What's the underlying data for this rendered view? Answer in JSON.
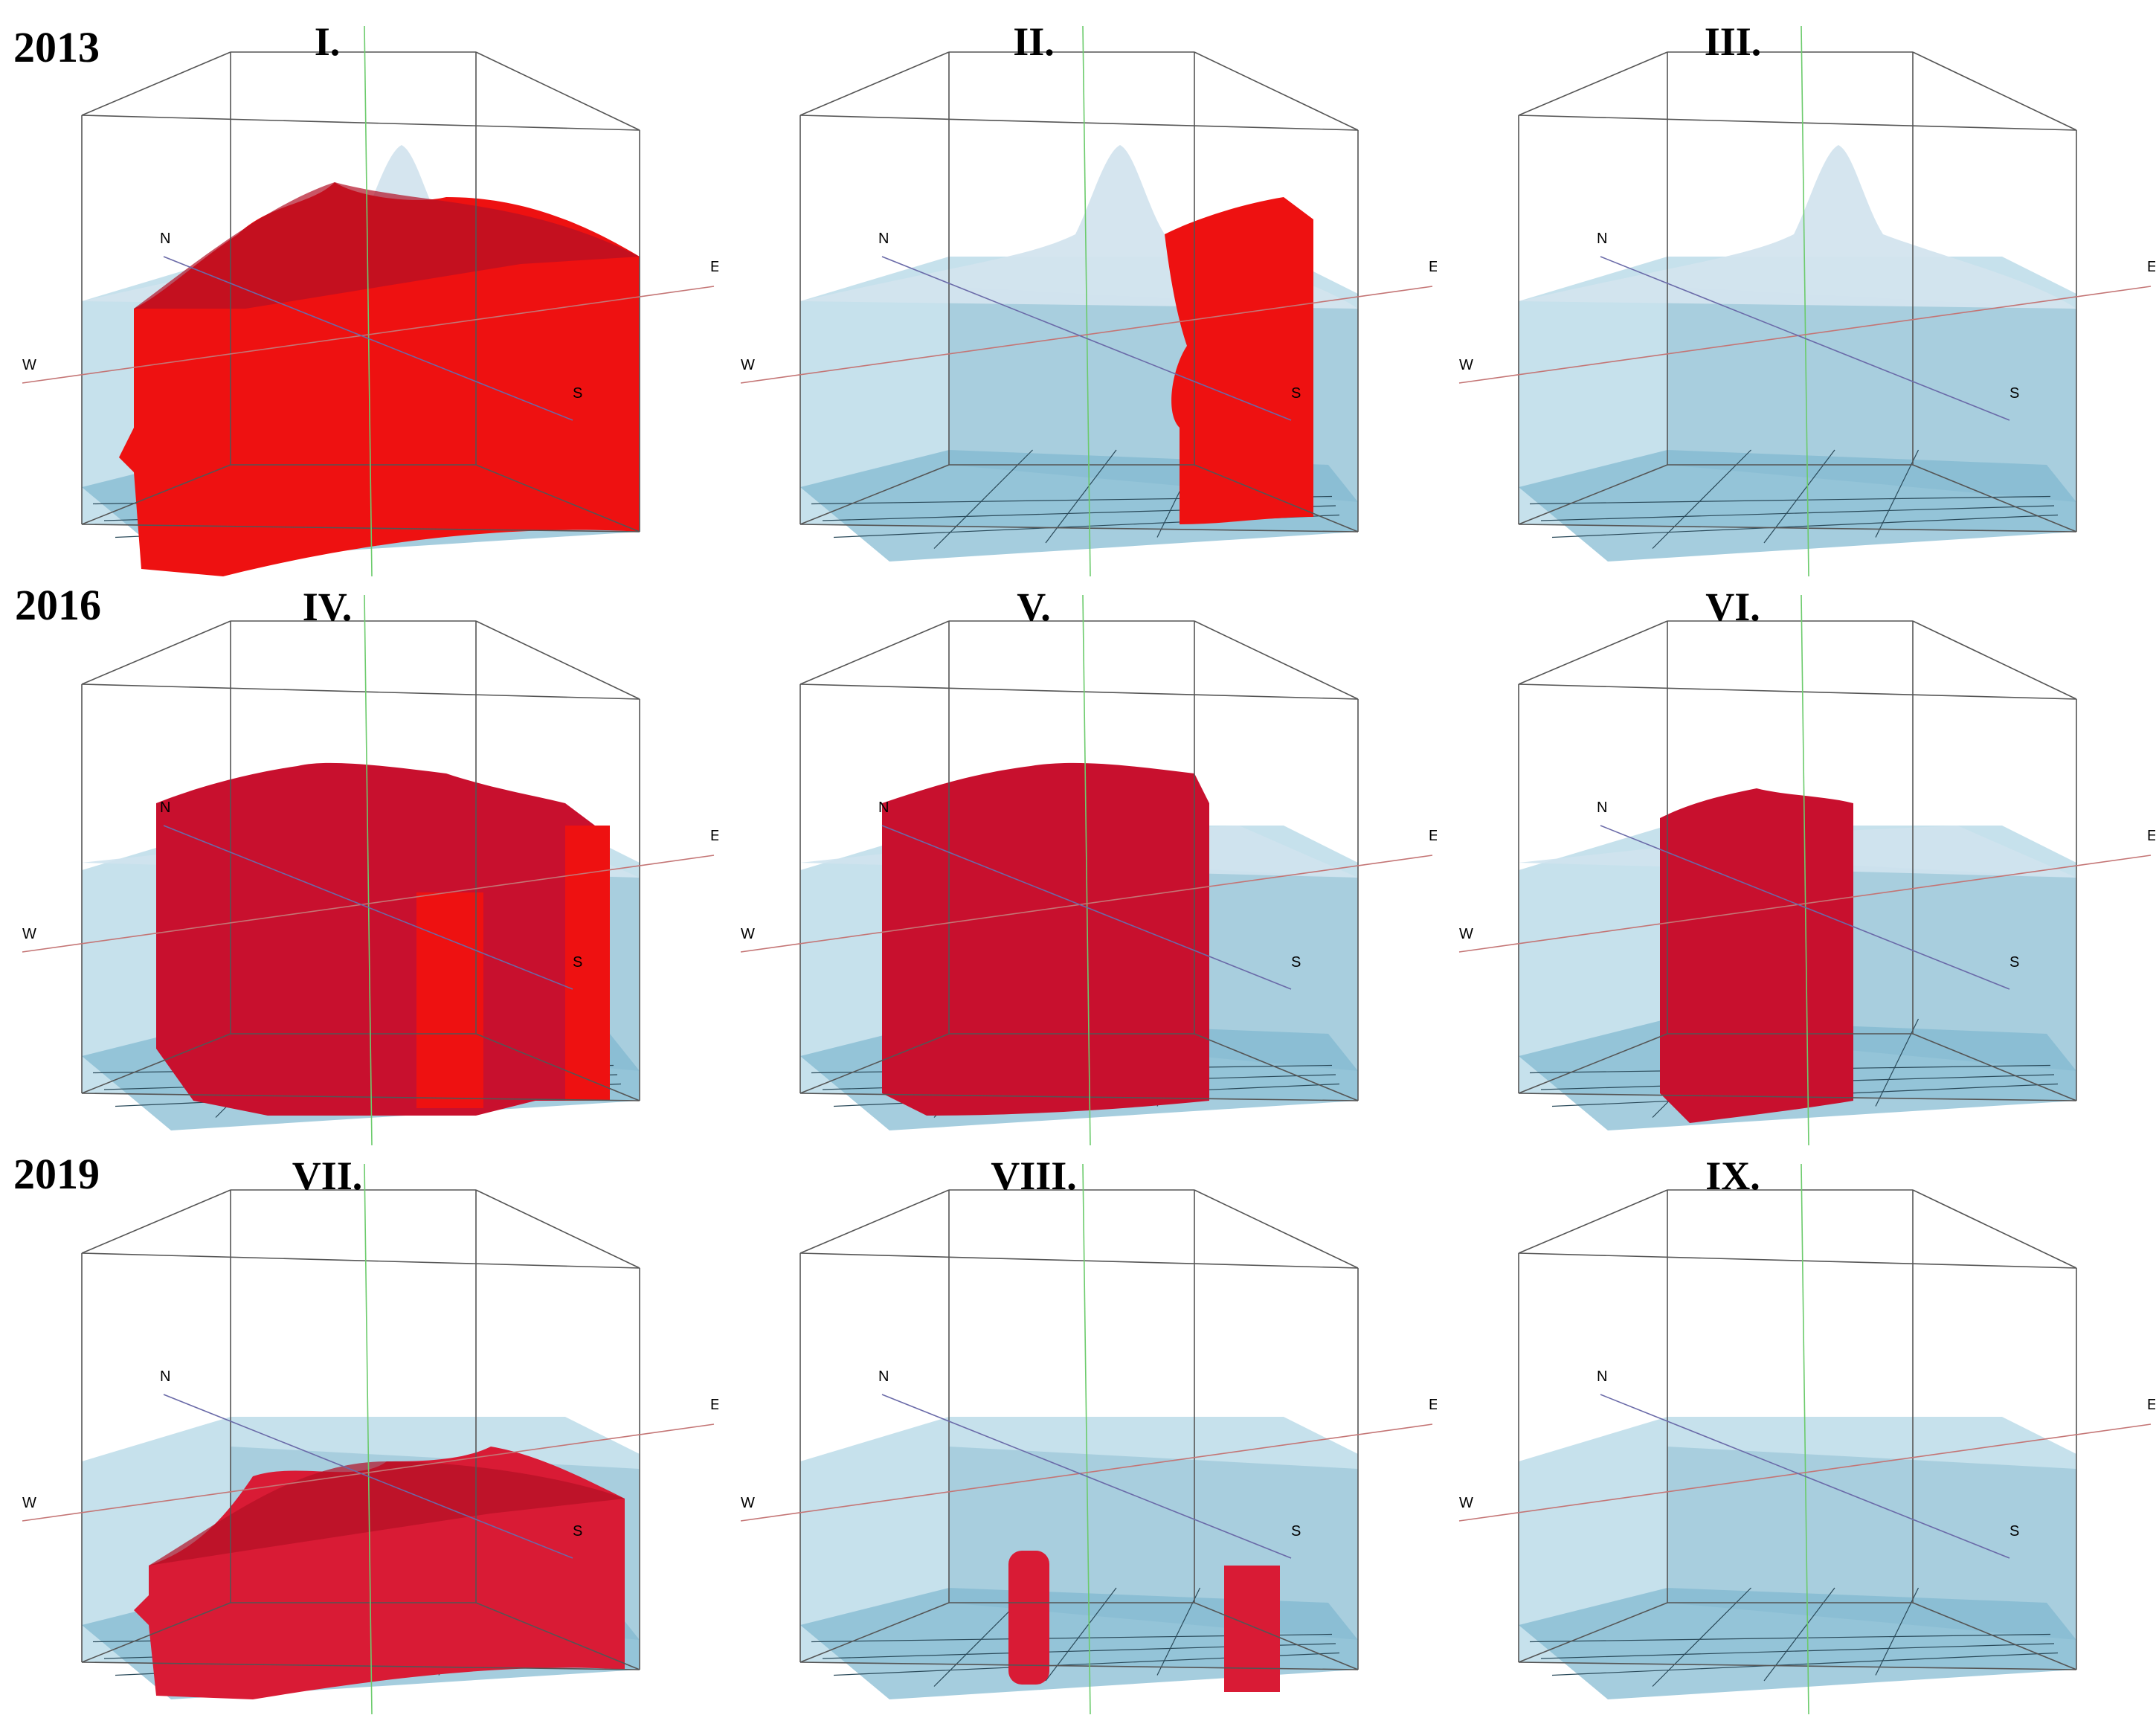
{
  "rows": [
    {
      "year": "2013",
      "panels": [
        {
          "label": "I.",
          "terrain": "peak",
          "red": "wide"
        },
        {
          "label": "II.",
          "terrain": "peak",
          "red": "east"
        },
        {
          "label": "III.",
          "terrain": "peak",
          "red": "none"
        }
      ]
    },
    {
      "year": "2016",
      "panels": [
        {
          "label": "IV.",
          "terrain": "plateau",
          "red": "big"
        },
        {
          "label": "V.",
          "terrain": "plateau",
          "red": "mid"
        },
        {
          "label": "VI.",
          "terrain": "plateau",
          "red": "small"
        }
      ]
    },
    {
      "year": "2019",
      "panels": [
        {
          "label": "VII.",
          "terrain": "flat",
          "red": "wide"
        },
        {
          "label": "VIII.",
          "terrain": "flat",
          "red": "columns"
        },
        {
          "label": "IX.",
          "terrain": "flat",
          "red": "none"
        }
      ]
    }
  ],
  "compass": {
    "north": "N",
    "south": "S",
    "east": "E",
    "west": "W"
  },
  "colors": {
    "red": "#ee1111",
    "dark_red": "#c8102e",
    "water": "#bcdce9",
    "water_dark": "#8fbfd4",
    "box": "#555555",
    "ns_axis": "#6a6aa8",
    "ew_axis": "#c47575",
    "vertical_axis": "#6ccb6c"
  }
}
